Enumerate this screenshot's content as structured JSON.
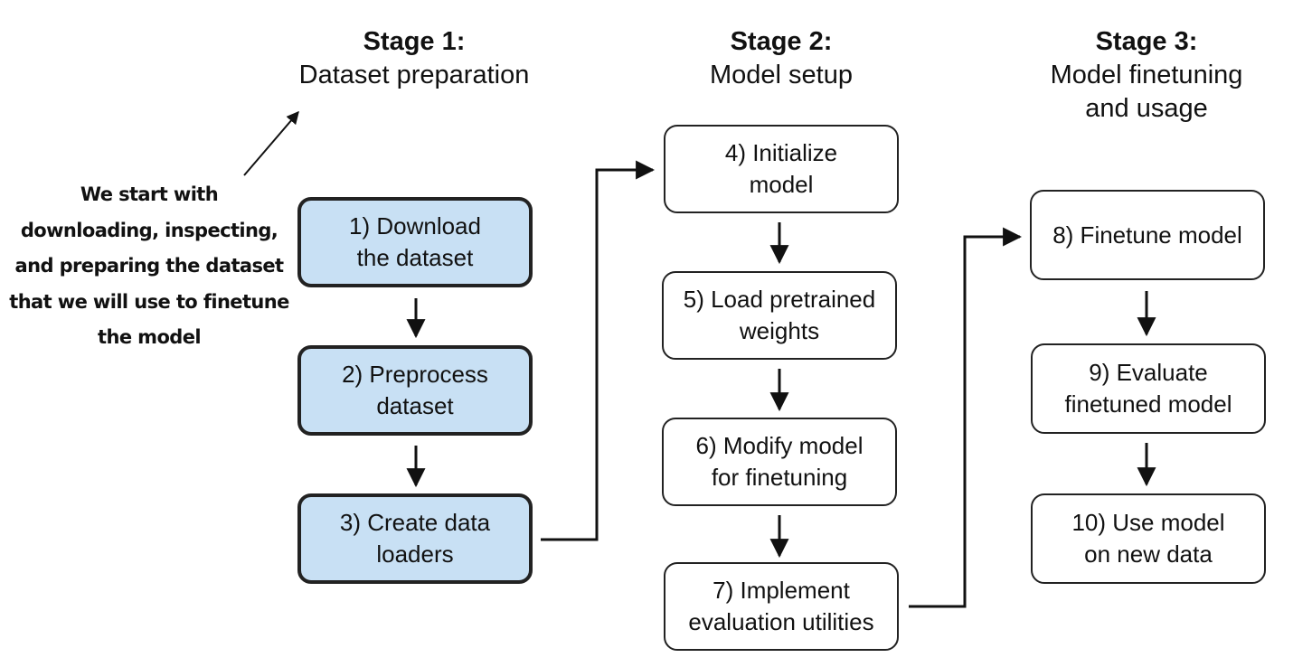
{
  "stages": [
    {
      "number": "Stage 1:",
      "name": "Dataset preparation"
    },
    {
      "number": "Stage 2:",
      "name": "Model setup"
    },
    {
      "number": "Stage 3:",
      "name": "Model finetuning\nand usage"
    }
  ],
  "steps": [
    {
      "label": "1) Download\nthe dataset",
      "stage": 1,
      "highlighted": true
    },
    {
      "label": "2) Preprocess\ndataset",
      "stage": 1,
      "highlighted": true
    },
    {
      "label": "3) Create data\nloaders",
      "stage": 1,
      "highlighted": true
    },
    {
      "label": "4) Initialize\nmodel",
      "stage": 2,
      "highlighted": false
    },
    {
      "label": "5) Load pretrained\nweights",
      "stage": 2,
      "highlighted": false
    },
    {
      "label": "6) Modify model\nfor finetuning",
      "stage": 2,
      "highlighted": false
    },
    {
      "label": "7) Implement\nevaluation utilities",
      "stage": 2,
      "highlighted": false
    },
    {
      "label": "8) Finetune model",
      "stage": 3,
      "highlighted": false
    },
    {
      "label": "9) Evaluate\nfinetuned model",
      "stage": 3,
      "highlighted": false
    },
    {
      "label": "10) Use model\non new data",
      "stage": 3,
      "highlighted": false
    }
  ],
  "annotation": {
    "lines": [
      "We start with",
      "downloading, inspecting,",
      "and preparing the dataset",
      "that we will use to finetune",
      "the model"
    ]
  },
  "colors": {
    "highlight_fill": "#c8e0f4",
    "stroke": "#222222"
  }
}
